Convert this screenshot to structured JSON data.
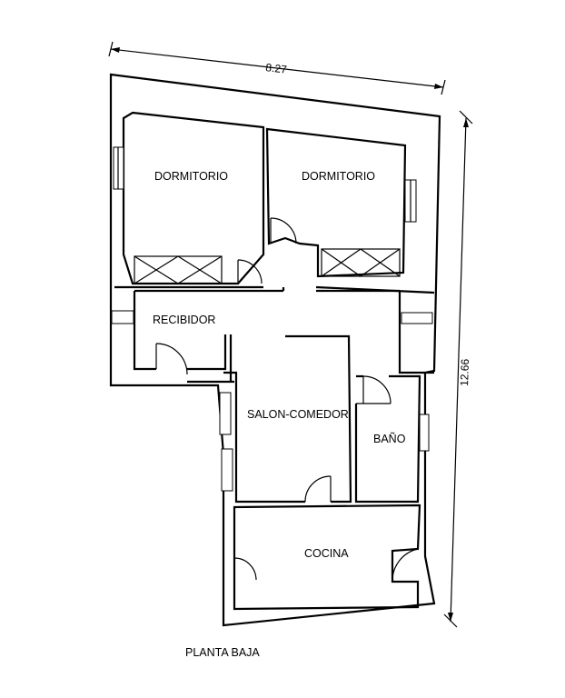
{
  "dimensions": {
    "width_label": "8.27",
    "depth_label": "12.66"
  },
  "rooms": {
    "dormitorio_1": "DORMITORIO",
    "dormitorio_2": "DORMITORIO",
    "recibidor": "RECIBIDOR",
    "salon_comedor": "SALON-COMEDOR",
    "bano": "BAÑO",
    "cocina": "COCINA"
  },
  "floor_label": "PLANTA BAJA"
}
